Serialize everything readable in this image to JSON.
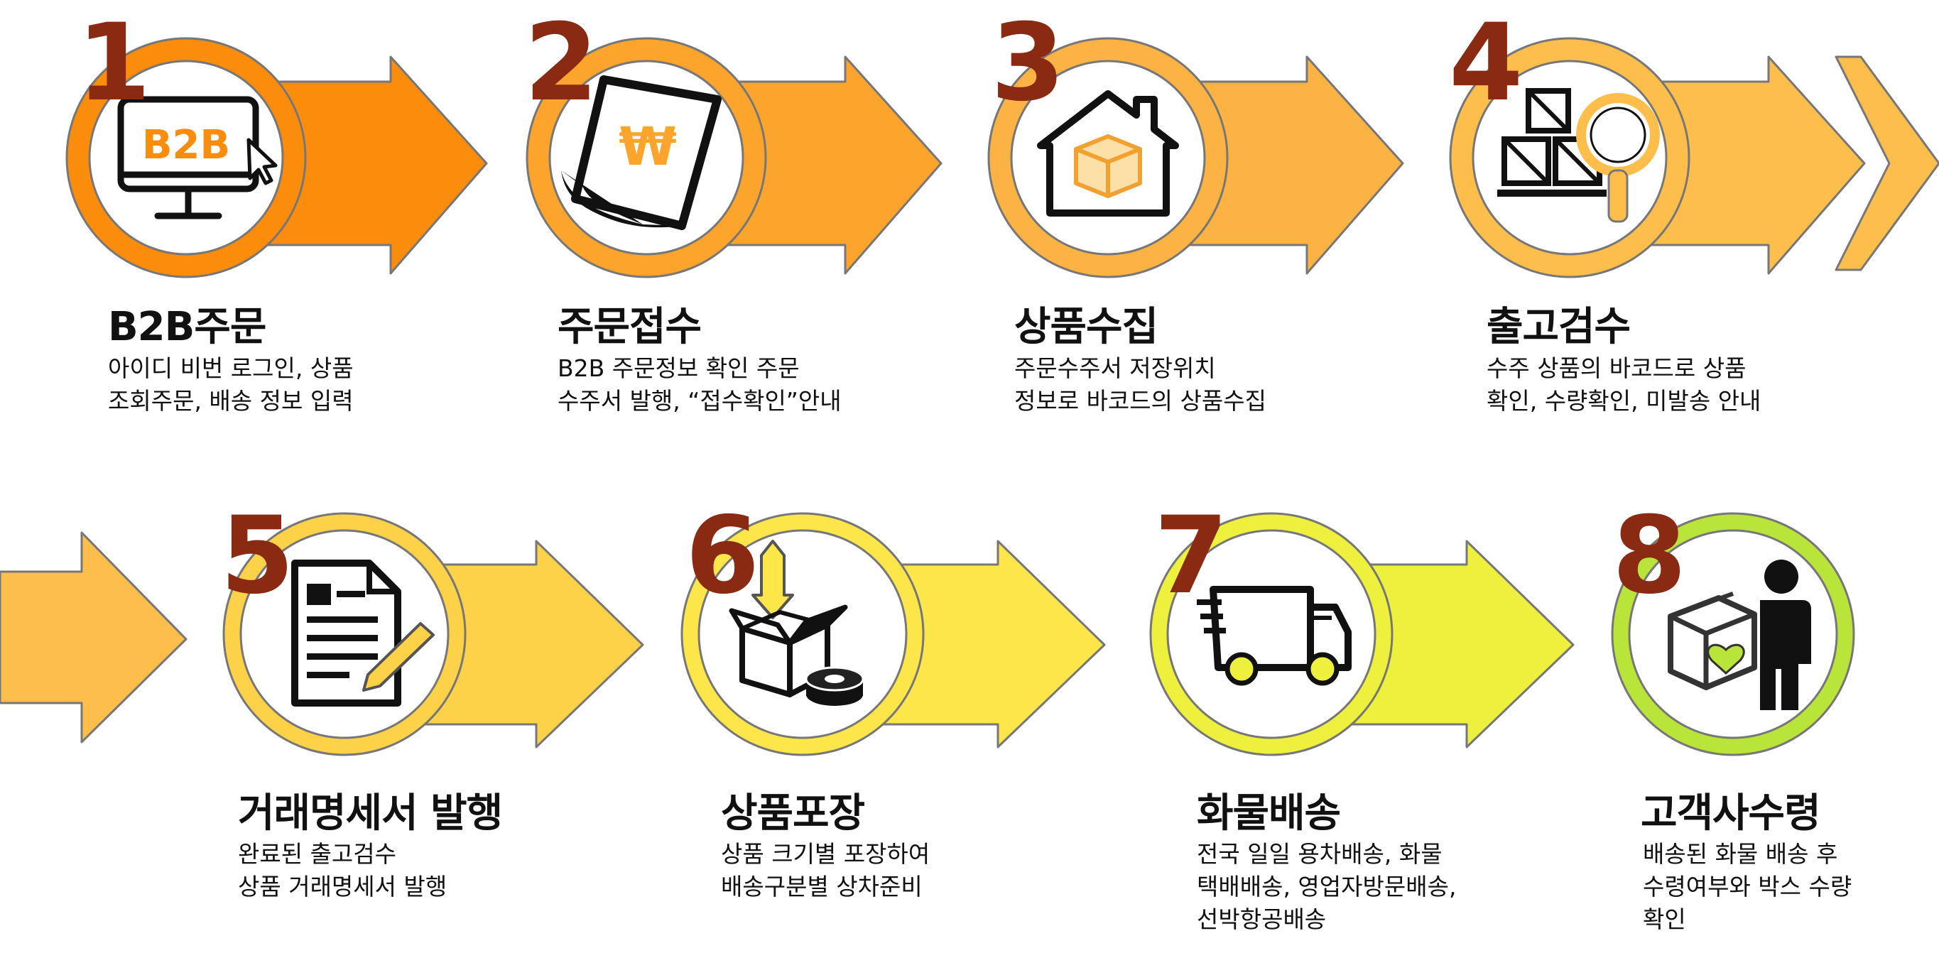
{
  "steps": [
    {
      "number": "1",
      "title": "B2B주문",
      "desc": [
        "아이디 비번 로그인, 상품",
        "조회주문, 배송 정보 입력"
      ],
      "icon": "computer-b2b-icon",
      "color": "#fb8c0c",
      "icon_text": "B2B"
    },
    {
      "number": "2",
      "title": "주문접수",
      "desc": [
        "B2B 주문정보 확인 주문",
        "수주서 발행, “접수확인”안내"
      ],
      "icon": "receipt-won-icon",
      "color": "#fca42c",
      "icon_text": "₩"
    },
    {
      "number": "3",
      "title": "상품수집",
      "desc": [
        "주문수주서 저장위치",
        "정보로 바코드의 상품수집"
      ],
      "icon": "warehouse-box-icon",
      "color": "#fdb244"
    },
    {
      "number": "4",
      "title": "출고검수",
      "desc": [
        "수주 상품의 바코드로 상품",
        "확인, 수량확인, 미발송 안내"
      ],
      "icon": "boxes-magnifier-icon",
      "color": "#fdbe4c"
    },
    {
      "number": "5",
      "title": "거래명세서 발행",
      "desc": [
        "완료된 출고검수",
        "상품 거래명세서 발행"
      ],
      "icon": "document-pencil-icon",
      "color": "#fdd148"
    },
    {
      "number": "6",
      "title": "상품포장",
      "desc": [
        "상품 크기별 포장하여",
        "배송구분별 상차준비"
      ],
      "icon": "box-tape-icon",
      "color": "#fde64a"
    },
    {
      "number": "7",
      "title": "화물배송",
      "desc": [
        "전국 일일 용차배송, 화물",
        "택배배송, 영업자방문배송,",
        "선박항공배송"
      ],
      "icon": "delivery-truck-icon",
      "color": "#eef03e"
    },
    {
      "number": "8",
      "title": "고객사수령",
      "desc": [
        "배송된 화물 배송 후",
        "수령여부와 박스 수량",
        "확인"
      ],
      "icon": "person-box-heart-icon",
      "color": "#b9e43a"
    }
  ]
}
